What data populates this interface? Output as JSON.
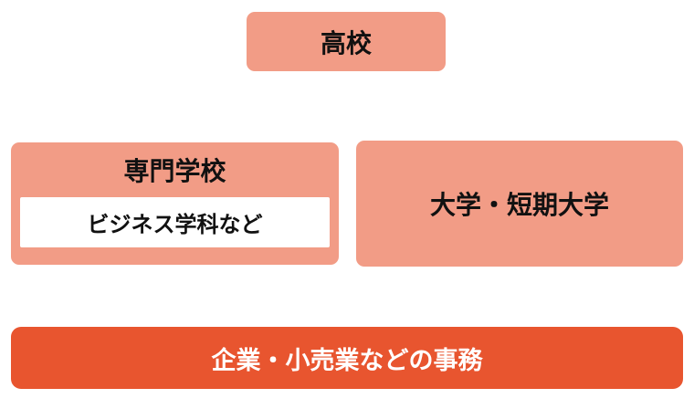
{
  "diagram": {
    "description": "career-path-flow",
    "colors": {
      "background": "#ffffff",
      "node_fill": "#F29C86",
      "node_text": "#111111",
      "highlight_fill": "#E8552F",
      "highlight_text": "#ffffff",
      "subnode_fill": "#ffffff"
    },
    "nodes": {
      "high_school": {
        "label": "高校"
      },
      "vocational_school": {
        "label": "専門学校",
        "sub_label": "ビジネス学科など"
      },
      "university": {
        "label": "大学・短期大学"
      },
      "employment": {
        "label": "企業・小売業などの事務"
      }
    }
  }
}
